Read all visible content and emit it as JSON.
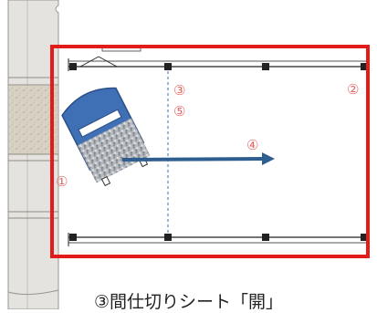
{
  "labels": {
    "l1": "①",
    "l2": "②",
    "l3": "③",
    "l4": "④",
    "l5": "⑤"
  },
  "caption": "③間仕切りシート「開」",
  "colors": {
    "frame": "#e21b1b",
    "arrow": "#2e5d8f",
    "machine_body": "#3f6fb4",
    "label": "#e46a6a"
  }
}
